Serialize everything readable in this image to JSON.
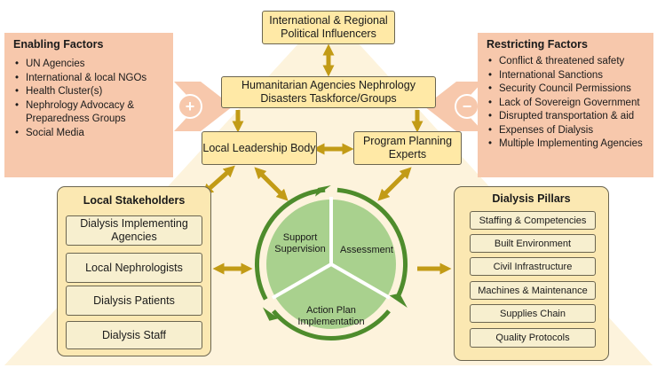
{
  "top_box": "International & Regional Political Influencers",
  "humanitarian_box": "Humanitarian Agencies Nephrology Disasters Taskforce/Groups",
  "local_leadership_box": "Local Leadership Body",
  "program_planning_box": "Program Planning Experts",
  "enabling": {
    "title": "Enabling Factors",
    "items": [
      "UN Agencies",
      "International & local NGOs",
      "Health Cluster(s)",
      "Nephrology Advocacy & Preparedness Groups",
      "Social Media"
    ],
    "sign": "+"
  },
  "restricting": {
    "title": "Restricting Factors",
    "items": [
      "Conflict & threatened safety",
      "International Sanctions",
      "Security Council Permissions",
      "Lack of Sovereign Government",
      "Disrupted transportation & aid",
      "Expenses of Dialysis",
      "Multiple Implementing Agencies"
    ],
    "sign": "−"
  },
  "local_stakeholders": {
    "title": "Local Stakeholders",
    "items": [
      "Dialysis Implementing Agencies",
      "Local Nephrologists",
      "Dialysis Patients",
      "Dialysis Staff"
    ]
  },
  "dialysis_pillars": {
    "title": "Dialysis Pillars",
    "items": [
      "Staffing & Competencies",
      "Built Environment",
      "Civil Infrastructure",
      "Machines & Maintenance",
      "Supplies Chain",
      "Quality Protocols"
    ]
  },
  "cycle": {
    "support": "Support Supervision",
    "assessment": "Assessment",
    "action": "Action Plan Implementation"
  },
  "colors": {
    "triangle": "#fdf3dc",
    "box_fill": "#ffe9a6",
    "factor_fill": "#f7c8ac",
    "arrow": "#c29b16",
    "wheel_fill": "#a9d18e",
    "wheel_ring": "#4e8c2c"
  }
}
